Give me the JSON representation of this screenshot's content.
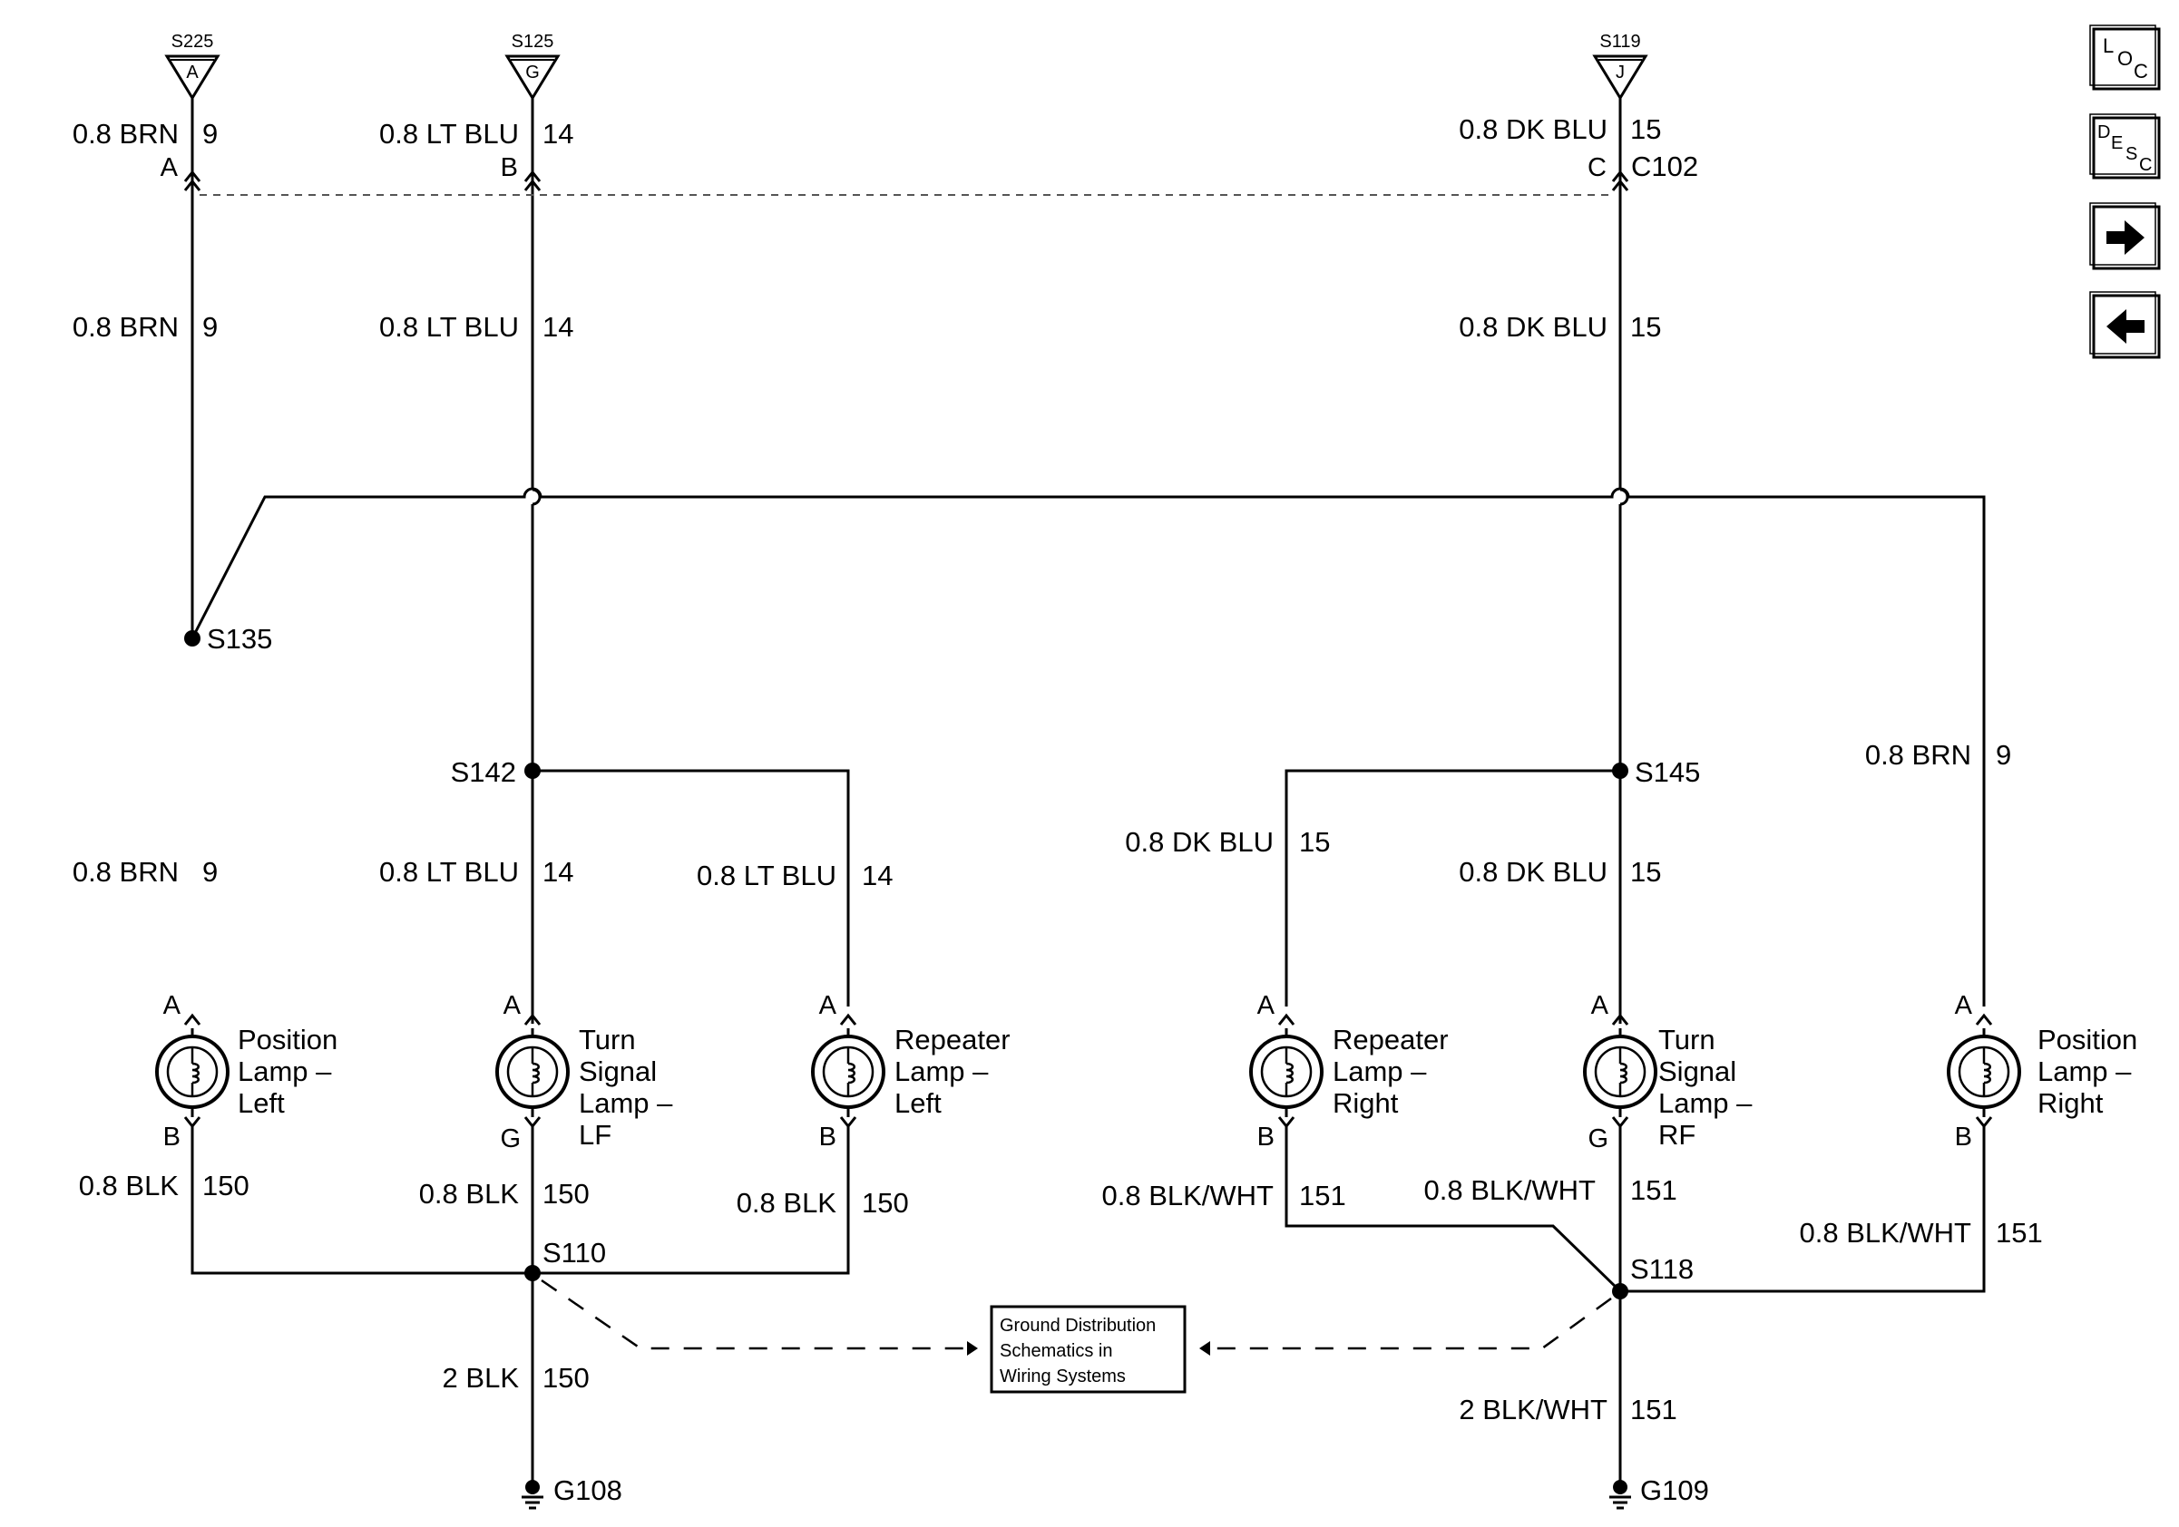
{
  "source_connectors": [
    {
      "id": "S225",
      "cavity": "A"
    },
    {
      "id": "S125",
      "cavity": "G"
    },
    {
      "id": "S119",
      "cavity": "J"
    }
  ],
  "connector_c102": {
    "name": "C102",
    "pins": [
      "A",
      "B",
      "C"
    ]
  },
  "top_wires": [
    {
      "label": "0.8 BRN",
      "circuit": "9"
    },
    {
      "label": "0.8 LT BLU",
      "circuit": "14"
    },
    {
      "label": "0.8 DK BLU",
      "circuit": "15"
    }
  ],
  "mid_wires": [
    {
      "label": "0.8 BRN",
      "circuit": "9"
    },
    {
      "label": "0.8 LT BLU",
      "circuit": "14"
    },
    {
      "label": "0.8 DK BLU",
      "circuit": "15"
    }
  ],
  "splices": {
    "s135": "S135",
    "s142": "S142",
    "s145": "S145",
    "s110": "S110",
    "s118": "S118"
  },
  "branch_wires": {
    "left_pos": {
      "label": "0.8 BRN",
      "circuit": "9"
    },
    "lf_turn": {
      "label": "0.8 LT BLU",
      "circuit": "14"
    },
    "left_rep": {
      "label": "0.8 LT BLU",
      "circuit": "14"
    },
    "right_rep": {
      "label": "0.8 DK BLU",
      "circuit": "15"
    },
    "rf_turn": {
      "label": "0.8 DK BLU",
      "circuit": "15"
    },
    "right_pos": {
      "label": "0.8 BRN",
      "circuit": "9"
    }
  },
  "lamps": [
    {
      "key": "pos-left",
      "pin_top": "A",
      "pin_bottom": "B",
      "name": [
        "Position",
        "Lamp –",
        "Left"
      ]
    },
    {
      "key": "turn-lf",
      "pin_top": "A",
      "pin_bottom": "G",
      "name": [
        "Turn",
        "Signal",
        "Lamp –",
        "LF"
      ]
    },
    {
      "key": "rep-left",
      "pin_top": "A",
      "pin_bottom": "B",
      "name": [
        "Repeater",
        "Lamp –",
        "Left"
      ]
    },
    {
      "key": "rep-right",
      "pin_top": "A",
      "pin_bottom": "B",
      "name": [
        "Repeater",
        "Lamp –",
        "Right"
      ]
    },
    {
      "key": "turn-rf",
      "pin_top": "A",
      "pin_bottom": "G",
      "name": [
        "Turn",
        "Signal",
        "Lamp –",
        "RF"
      ]
    },
    {
      "key": "pos-right",
      "pin_top": "A",
      "pin_bottom": "B",
      "name": [
        "Position",
        "Lamp –",
        "Right"
      ]
    }
  ],
  "ground_wires": {
    "left_pos": {
      "label": "0.8 BLK",
      "circuit": "150"
    },
    "lf_turn": {
      "label": "0.8 BLK",
      "circuit": "150"
    },
    "left_rep": {
      "label": "0.8 BLK",
      "circuit": "150"
    },
    "right_rep": {
      "label": "0.8 BLK/WHT",
      "circuit": "151"
    },
    "rf_turn": {
      "label": "0.8 BLK/WHT",
      "circuit": "151"
    },
    "right_pos": {
      "label": "0.8 BLK/WHT",
      "circuit": "151"
    },
    "g108_lead": {
      "label": "2 BLK",
      "circuit": "150"
    },
    "g109_lead": {
      "label": "2 BLK/WHT",
      "circuit": "151"
    }
  },
  "grounds": {
    "left": "G108",
    "right": "G109"
  },
  "ground_reference": [
    "Ground Distribution",
    "Schematics in",
    "Wiring Systems"
  ],
  "nav_buttons": {
    "loc": {
      "letters": [
        "L",
        "O",
        "C"
      ],
      "icon": "loc-icon"
    },
    "desc": {
      "letters": [
        "D",
        "E",
        "S",
        "C"
      ],
      "icon": "desc-icon"
    },
    "next": {
      "icon": "arrow-right-icon"
    },
    "prev": {
      "icon": "arrow-left-icon"
    }
  }
}
